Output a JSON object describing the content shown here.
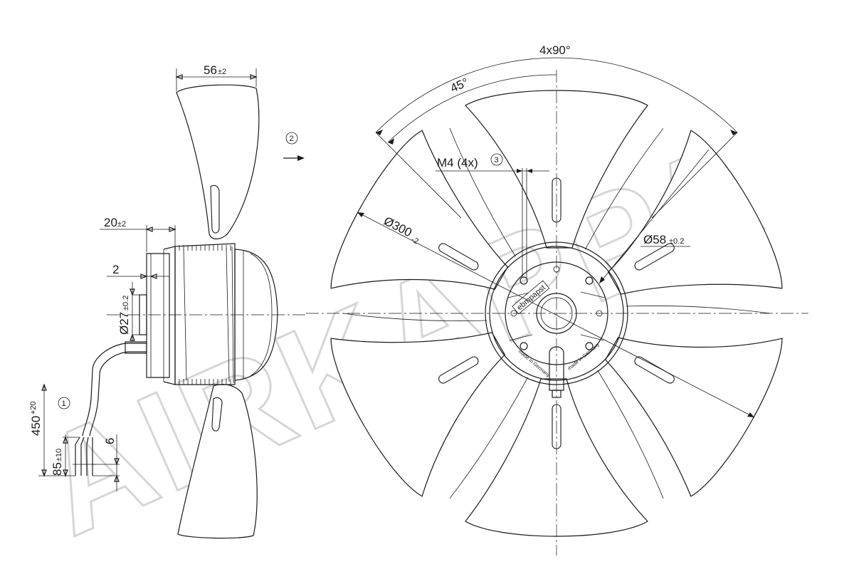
{
  "watermark": "AIRKAPPA",
  "brand": "ebmpapst",
  "made_in": "made in Germany",
  "dimensions": {
    "axial_depth": {
      "value": "56",
      "tol": "±2"
    },
    "hub_offset": {
      "value": "20",
      "tol": "±2"
    },
    "flange": {
      "value": "2"
    },
    "shaft_dia": {
      "value": "Ø27",
      "tol": "±0.2"
    },
    "cable_length": {
      "value": "450",
      "tol": "+20"
    },
    "lead_length": {
      "value": "85",
      "tol": "±10"
    },
    "strip_length": {
      "value": "6"
    },
    "diameter": {
      "value": "Ø300",
      "tol": "-2"
    },
    "hub_dia": {
      "value": "Ø58",
      "tol": "±0.2"
    },
    "mount_thread": {
      "value": "M4 (4x)"
    },
    "angle_pitch": {
      "value": "4x90°"
    },
    "angle_offset": {
      "value": "45°"
    }
  },
  "callouts": {
    "c1": "1",
    "c2": "2",
    "c3": "3"
  }
}
